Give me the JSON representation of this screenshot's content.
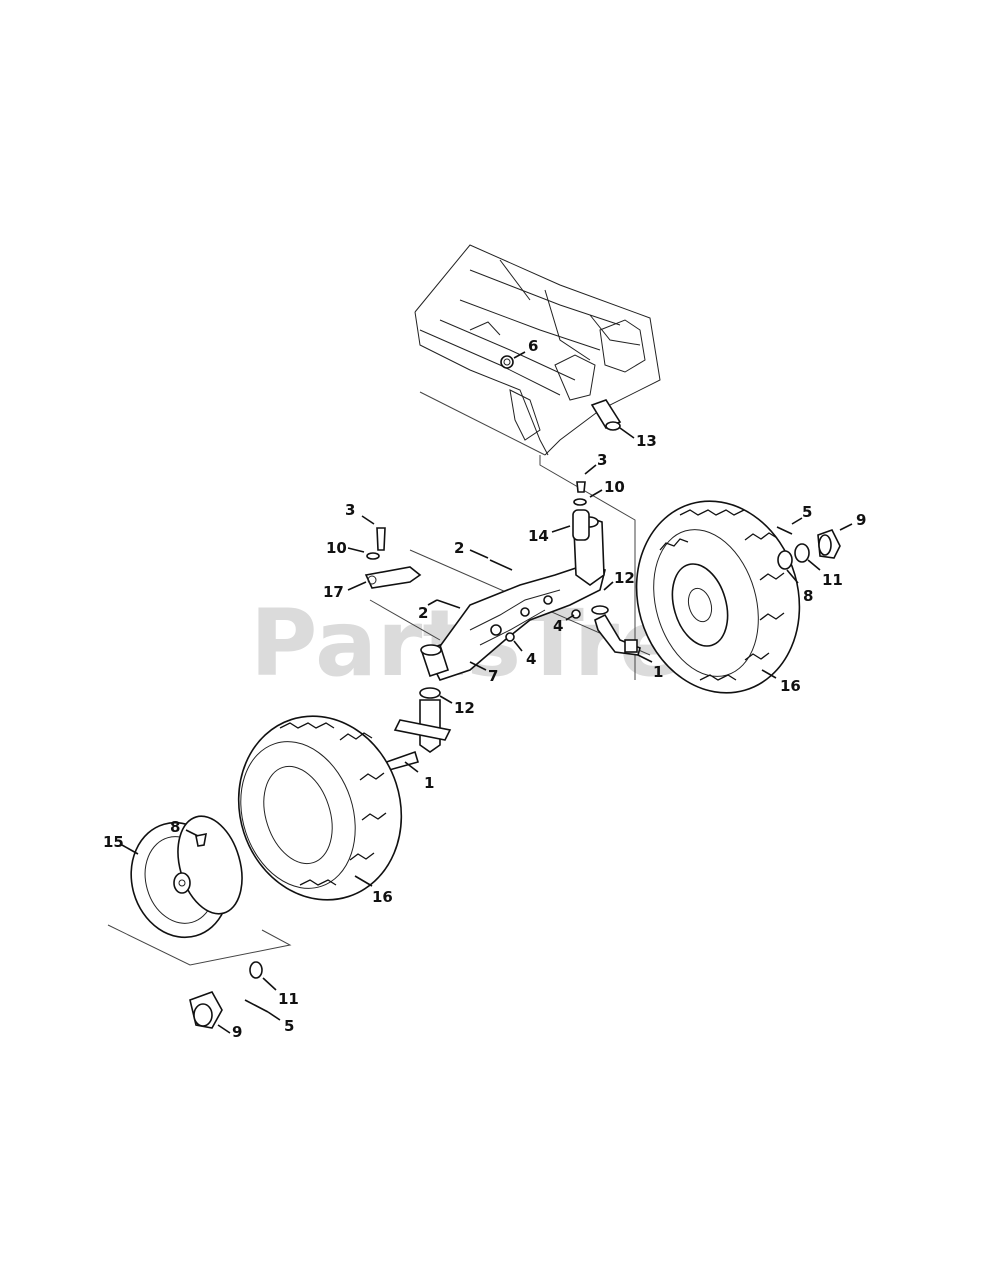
{
  "watermark": {
    "text": "PartsTree"
  },
  "callouts": [
    {
      "id": "c6",
      "label": "6"
    },
    {
      "id": "c13",
      "label": "13"
    },
    {
      "id": "c3a",
      "label": "3"
    },
    {
      "id": "c10a",
      "label": "10"
    },
    {
      "id": "c3b",
      "label": "3"
    },
    {
      "id": "c10b",
      "label": "10"
    },
    {
      "id": "c14",
      "label": "14"
    },
    {
      "id": "c2a",
      "label": "2"
    },
    {
      "id": "c17",
      "label": "17"
    },
    {
      "id": "c2b",
      "label": "2"
    },
    {
      "id": "c12a",
      "label": "12"
    },
    {
      "id": "c4a",
      "label": "4"
    },
    {
      "id": "c4b",
      "label": "4"
    },
    {
      "id": "c7",
      "label": "7"
    },
    {
      "id": "c1a",
      "label": "1"
    },
    {
      "id": "c12b",
      "label": "12"
    },
    {
      "id": "c1b",
      "label": "1"
    },
    {
      "id": "c5a",
      "label": "5"
    },
    {
      "id": "c9a",
      "label": "9"
    },
    {
      "id": "c11a",
      "label": "11"
    },
    {
      "id": "c8a",
      "label": "8"
    },
    {
      "id": "c16a",
      "label": "16"
    },
    {
      "id": "c8b",
      "label": "8"
    },
    {
      "id": "c15",
      "label": "15"
    },
    {
      "id": "c16b",
      "label": "16"
    },
    {
      "id": "c11b",
      "label": "11"
    },
    {
      "id": "c9b",
      "label": "9"
    },
    {
      "id": "c5b",
      "label": "5"
    }
  ]
}
